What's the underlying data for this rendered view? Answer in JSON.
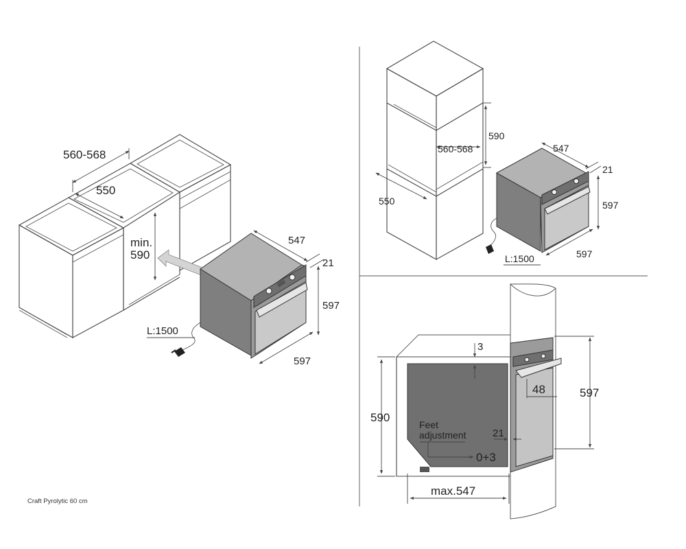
{
  "caption": "Craft Pyrolytic 60 cm",
  "left_view": {
    "dims": {
      "width_range": "560-568",
      "depth": "550",
      "min_label": "min.",
      "min_height": "590",
      "oven_depth": "547",
      "front_thickness": "21",
      "oven_height": "597",
      "oven_width": "597",
      "cable_length": "L:1500"
    }
  },
  "top_right_view": {
    "dims": {
      "niche_height": "590",
      "niche_width": "560-568",
      "niche_depth": "550",
      "oven_depth": "547",
      "front_thickness": "21",
      "oven_height": "597",
      "oven_width": "597",
      "cable_length": "L:1500"
    }
  },
  "bottom_right_view": {
    "dims": {
      "top_gap": "3",
      "niche_height": "590",
      "feet_label_1": "Feet",
      "feet_label_2": "adjustment",
      "feet_value": "0+3",
      "front_thickness": "21",
      "handle_depth": "48",
      "oven_height": "597",
      "max_depth": "max.547"
    }
  }
}
